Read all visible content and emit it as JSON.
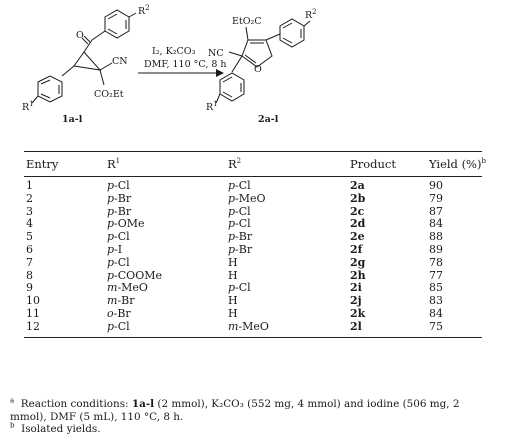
{
  "scheme": {
    "reactant": {
      "r_label": "R",
      "r1_sup": "1",
      "r2_sup": "2",
      "cn": "CN",
      "co2et": "CO₂Et",
      "o": "O",
      "label": "1a-l"
    },
    "conditions_line1": "I₂, K₂CO₃",
    "conditions_line2": "DMF, 110 °C, 8 h",
    "product": {
      "eto2c": "EtO₂C",
      "nc": "NC",
      "o": "O",
      "r_label": "R",
      "r1_sup": "1",
      "r2_sup": "2",
      "label": "2a-l"
    },
    "colors": {
      "ink": "#1a1a1a"
    }
  },
  "table": {
    "headers": {
      "entry": "Entry",
      "r1": "R",
      "r1_sup": "1",
      "r2": "R",
      "r2_sup": "2",
      "product": "Product",
      "yield": "Yield (%)",
      "yield_sup": "b"
    },
    "rows": [
      {
        "entry": "1",
        "r1p": "p",
        "r1s": "-Cl",
        "r2p": "p",
        "r2s": "-Cl",
        "product": "2a",
        "yield": "90"
      },
      {
        "entry": "2",
        "r1p": "p",
        "r1s": "-Br",
        "r2p": "p",
        "r2s": "-MeO",
        "product": "2b",
        "yield": "79"
      },
      {
        "entry": "3",
        "r1p": "p",
        "r1s": "-Br",
        "r2p": "p",
        "r2s": "-Cl",
        "product": "2c",
        "yield": "87"
      },
      {
        "entry": "4",
        "r1p": "p",
        "r1s": "-OMe",
        "r2p": "p",
        "r2s": "-Cl",
        "product": "2d",
        "yield": "84"
      },
      {
        "entry": "5",
        "r1p": "p",
        "r1s": "-Cl",
        "r2p": "p",
        "r2s": "-Br",
        "product": "2e",
        "yield": "88"
      },
      {
        "entry": "6",
        "r1p": "p",
        "r1s": "-I",
        "r2p": "p",
        "r2s": "-Br",
        "product": "2f",
        "yield": "89"
      },
      {
        "entry": "7",
        "r1p": "p",
        "r1s": "-Cl",
        "r2p": "",
        "r2s": "H",
        "product": "2g",
        "yield": "78"
      },
      {
        "entry": "8",
        "r1p": "p",
        "r1s": "-COOMe",
        "r2p": "",
        "r2s": "H",
        "product": "2h",
        "yield": "77"
      },
      {
        "entry": "9",
        "r1p": "m",
        "r1s": "-MeO",
        "r2p": "p",
        "r2s": "-Cl",
        "product": "2i",
        "yield": "85"
      },
      {
        "entry": "10",
        "r1p": "m",
        "r1s": "-Br",
        "r2p": "",
        "r2s": "H",
        "product": "2j",
        "yield": "83"
      },
      {
        "entry": "11",
        "r1p": "o",
        "r1s": "-Br",
        "r2p": "",
        "r2s": "H",
        "product": "2k",
        "yield": "84"
      },
      {
        "entry": "12",
        "r1p": "p",
        "r1s": "-Cl",
        "r2p": "m",
        "r2s": "-MeO",
        "product": "2l",
        "yield": "75"
      }
    ]
  },
  "footnotes": {
    "a_mark": "a",
    "a_text1": "Reaction conditions: ",
    "a_bold": "1a-l",
    "a_text2": " (2 mmol), K₂CO₃ (552 mg, 4 mmol) and iodine (506 mg, 2 mmol), DMF (5 mL), 110 °C, 8 h.",
    "b_mark": "b",
    "b_text": "Isolated yields."
  }
}
